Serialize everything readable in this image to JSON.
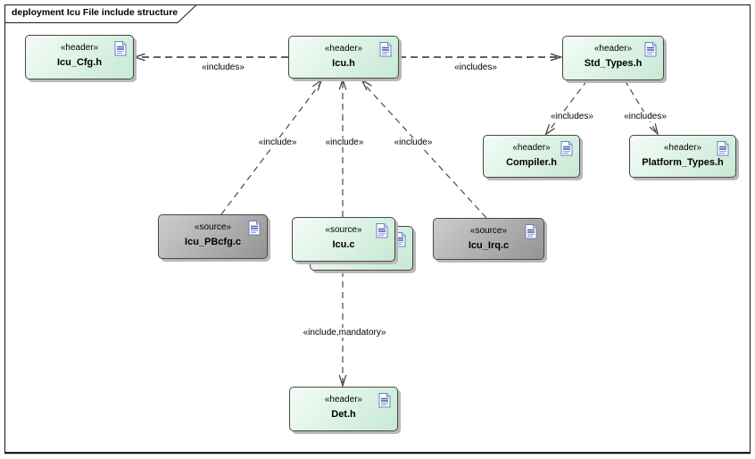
{
  "frame": {
    "title": "deployment Icu File include structure",
    "diagram_type": "deployment"
  },
  "colors": {
    "background": "#ffffff",
    "frame_stroke": "#1a1a1a",
    "border": "#474747",
    "shadow": "#b9b9b9",
    "line": "#4a4a4a",
    "header_top": "#f4fcf7",
    "header_bottom": "#c7e9d4",
    "source_top": "#cdcdcd",
    "source_bottom": "#949494",
    "icon_stroke": "#6d7ec5",
    "icon_line_dark": "#4f62b0",
    "icon_line_light": "#9aa6da"
  },
  "icons": {
    "document": "document-icon"
  },
  "nodes": [
    {
      "stereotype": "«header»",
      "name": "Icu_Cfg.h",
      "kind": "header"
    },
    {
      "stereotype": "«header»",
      "name": "Icu.h",
      "kind": "header"
    },
    {
      "stereotype": "«header»",
      "name": "Std_Types.h",
      "kind": "header"
    },
    {
      "stereotype": "«header»",
      "name": "Compiler.h",
      "kind": "header"
    },
    {
      "stereotype": "«header»",
      "name": "Platform_Types.h",
      "kind": "header"
    },
    {
      "stereotype": "«source»",
      "name": "Icu_PBcfg.c",
      "kind": "source"
    },
    {
      "stereotype": "«source»",
      "name": "Icu.c",
      "kind": "source",
      "stacked": true
    },
    {
      "stereotype": "«source»",
      "name": "Icu_Irq.c",
      "kind": "source"
    },
    {
      "stereotype": "«header»",
      "name": "Det.h",
      "kind": "header"
    }
  ],
  "edges": [
    {
      "label": "«includes»",
      "from": "Icu.h",
      "to": "Icu_Cfg.h"
    },
    {
      "label": "«includes»",
      "from": "Icu.h",
      "to": "Std_Types.h"
    },
    {
      "label": "«include»",
      "from": "Icu_PBcfg.c",
      "to": "Icu.h"
    },
    {
      "label": "«include»",
      "from": "Icu.c",
      "to": "Icu.h"
    },
    {
      "label": "«include»",
      "from": "Icu_Irq.c",
      "to": "Icu.h"
    },
    {
      "label": "«includes»",
      "from": "Std_Types.h",
      "to": "Compiler.h"
    },
    {
      "label": "«includes»",
      "from": "Std_Types.h",
      "to": "Platform_Types.h"
    },
    {
      "label": "«include,mandatory»",
      "from": "Icu.c",
      "to": "Det.h"
    }
  ]
}
